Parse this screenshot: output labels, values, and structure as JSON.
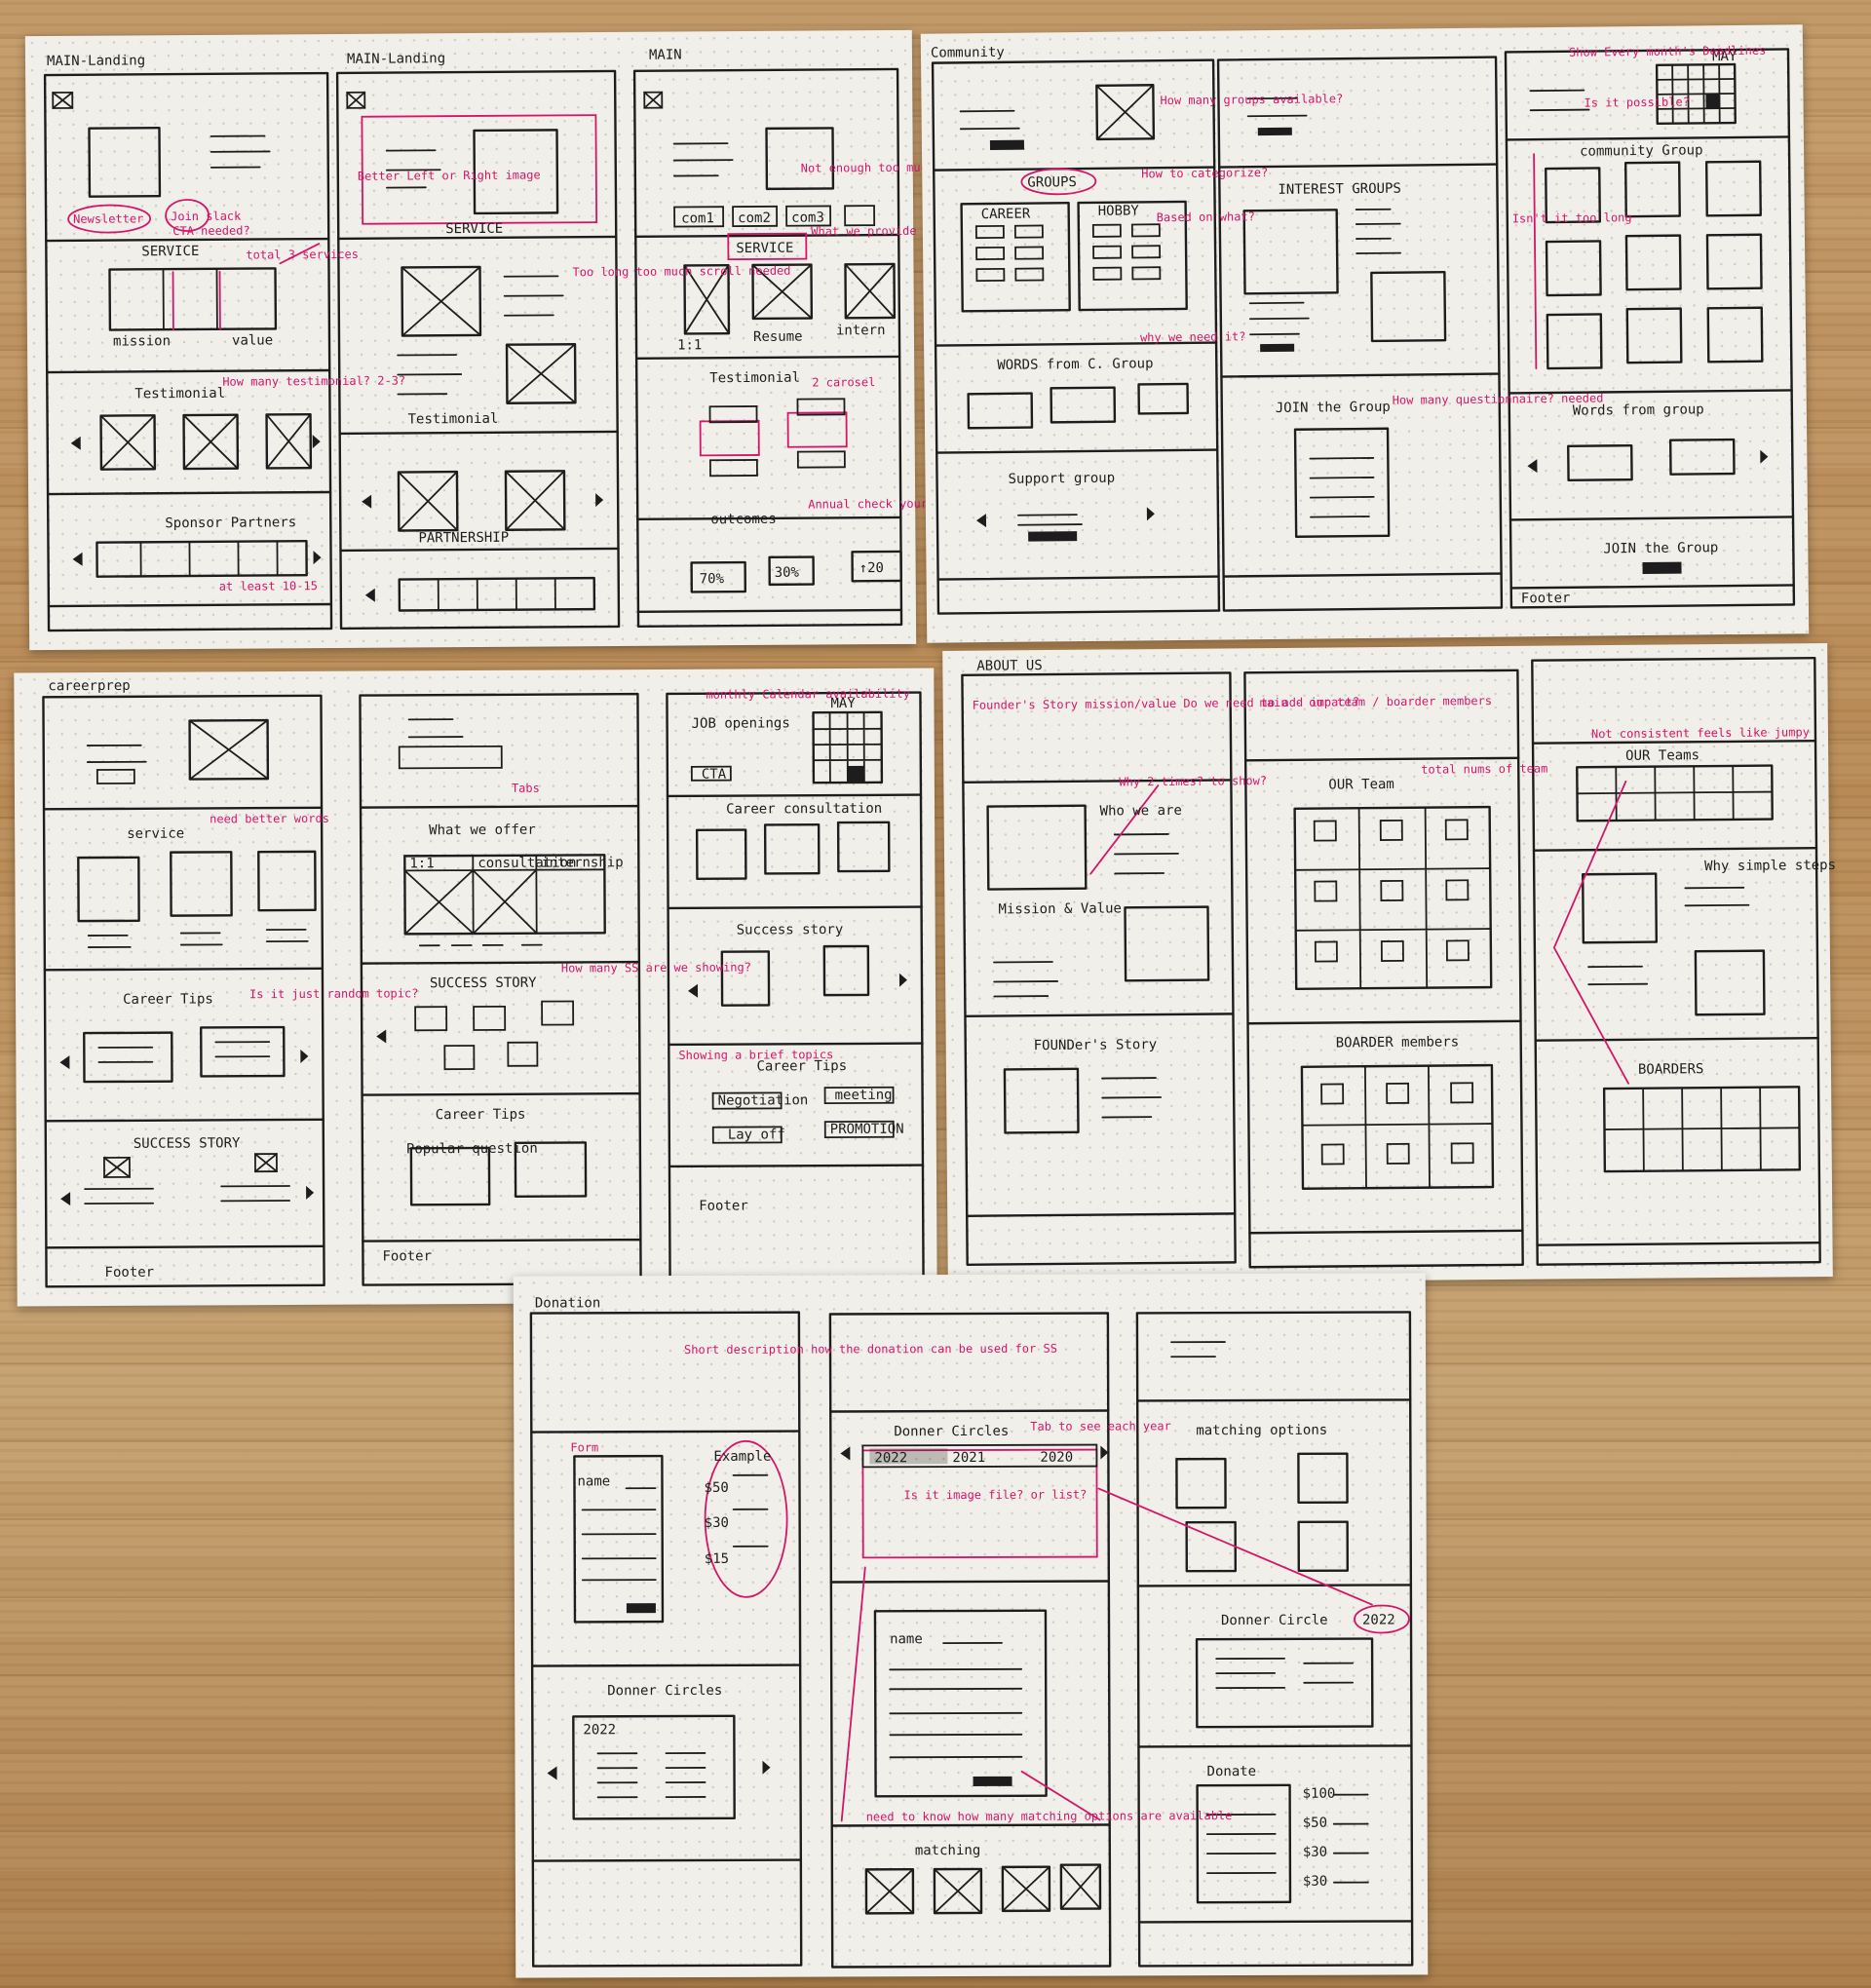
{
  "sheets": {
    "main": {
      "panel1": "MAIN-Landing",
      "panel2": "MAIN-Landing",
      "panel3": "MAIN"
    },
    "community": {
      "title": "Community"
    },
    "careerprep": {
      "title": "careerprep"
    },
    "about": {
      "title": "ABOUT US"
    },
    "donation": {
      "title": "Donation"
    }
  },
  "ink": {
    "newsletter": "Newsletter",
    "join_slack": "Join slack",
    "service": "SERVICE",
    "mission": "mission",
    "value": "value",
    "testimonial": "Testimonial",
    "sponsor_partners": "Sponsor Partners",
    "partnership": "PARTNERSHIP",
    "com1": "com1",
    "com2": "com2",
    "com3": "com3",
    "service2": "SERVICE",
    "one_on_one": "1:1",
    "resume": "Resume",
    "intern": "intern",
    "outcomes": "outcomes",
    "o70": "70%",
    "o30": "30%",
    "o20": "↑20",
    "groups": "GROUPS",
    "career": "CAREER",
    "hobby": "HOBBY",
    "words_c_group": "WORDS from C. Group",
    "support_group": "Support group",
    "interest_groups": "INTEREST GROUPS",
    "join_the_group": "JOIN the Group",
    "may": "MAY",
    "community_group": "community Group",
    "words_from_group": "Words from group",
    "join_the_group2": "JOIN the Group",
    "footer": "Footer",
    "service3": "service",
    "career_tips": "Career Tips",
    "success_story": "SUCCESS STORY",
    "what_we_offer": "What we offer",
    "tab1": "1:1",
    "tab2": "consultation",
    "tab3": "internship",
    "success_story2": "SUCCESS STORY",
    "career_tips2": "Career Tips",
    "popular_question": "Popular question",
    "job_openings": "JOB openings",
    "cta": "CTA",
    "career_consultation": "Career consultation",
    "success_story3": "Success story",
    "career_tips3": "Career Tips",
    "negotiation": "Negotiation",
    "meeting": "meeting",
    "lay_off": "Lay off",
    "promotion": "PROMOTION",
    "who_we_are": "Who we are",
    "mission_value": "Mission & Value",
    "founders_story": "FOUNDer's Story",
    "our_team": "OUR Team",
    "boarder_members": "BOARDER members",
    "our_teams": "OUR Teams",
    "why_simple_steps": "Why simple steps",
    "boarders": "BOARDERS",
    "form": "Form",
    "name": "name",
    "example": "Example",
    "d50": "$50",
    "d30": "$30",
    "d15": "$15",
    "donner_circles": "Donner Circles",
    "y2022": "2022",
    "donner_circles2": "Donner Circles",
    "y2022b": "2022",
    "y2021": "2021",
    "y2020": "2020",
    "name2": "name",
    "matching": "matching",
    "matching_options": "matching options",
    "donner_circle": "Donner Circle",
    "y2022c": "2022",
    "donate": "Donate",
    "d100": "$100",
    "d50b": "$50",
    "d30b": "$30",
    "d30c": "$30"
  },
  "notes": {
    "cta_needed": "CTA needed?",
    "total3": "total 3 services",
    "better": "Better Left or Right image",
    "how_many_test": "How many testimonial? 2-3?",
    "at_least": "at least 10-15",
    "too_long": "Too long too much scroll needed",
    "not_enough": "Not enough too much",
    "what_we_provide": "What we provide",
    "carosel": "2 carosel",
    "annual": "Annual check your report",
    "how_many_groups": "How many groups available?",
    "how_categorize": "How to categorize?",
    "based_what": "Based on what?",
    "why_need": "why we need it?",
    "how_many_q": "How many questionnaire? needed",
    "show_every": "Show Every month's Deadlines",
    "itfit": "Is it possible?",
    "isnt_long": "Isn't it too long",
    "need_better": "need better words",
    "random_topic": "Is it just random topic?",
    "tabs": "Tabs",
    "how_many_ss": "How many SS are we showing?",
    "monthly_cal": "monthly Calendar availability",
    "showing_brief": "Showing a brief topics",
    "founders_note": "Founder's Story mission/value Do we need to add impact?",
    "why_twice": "Why 2 times? to show?",
    "main_team": "main - our team / boarder members",
    "total_nums": "total nums of team",
    "not_consistent": "Not consistent feels like jumpy",
    "short_desc": "Short description how the donation can be used for SS",
    "tab_each": "Tab to see each year",
    "image_file": "Is it image file? or list?",
    "how_many_match": "need to know how many matching options are available"
  }
}
